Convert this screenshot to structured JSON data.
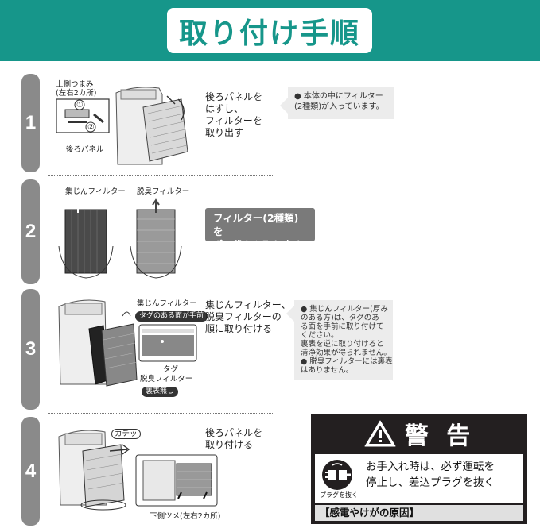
{
  "header": {
    "title": "取り付け手順"
  },
  "steps": [
    {
      "number": "1",
      "instruction": [
        "後ろパネルを",
        "はずし、",
        "フィルターを",
        "取り出す"
      ],
      "labels": {
        "top_knob": "上側つまみ",
        "top_knob_sub": "(左右2カ所)",
        "mark1": "①",
        "mark2": "②",
        "rear_panel": "後ろパネル"
      },
      "note": [
        "● 本体の中にフィルター",
        "  (2種類)が入っています。"
      ]
    },
    {
      "number": "2",
      "labels": {
        "dust_filter": "集じんフィルター",
        "deodor_filter": "脱臭フィルター"
      },
      "button": [
        "フィルター(2種類)を",
        "ポリ袋から取り出す"
      ]
    },
    {
      "number": "3",
      "instruction": [
        "集じんフィルター、",
        "脱臭フィルターの",
        "順に取り付ける"
      ],
      "labels": {
        "dust_filter": "集じんフィルター",
        "tag_front": "タグのある面が手前",
        "tag": "タグ",
        "deodor_filter": "脱臭フィルター",
        "no_sides": "裏表無し"
      },
      "note": [
        "● 集じんフィルター(厚み",
        "  のある方)は、タグのあ",
        "  る面を手前に取り付けて",
        "  ください。",
        "  裏表を逆に取り付けると",
        "  清浄効果が得られません。",
        "● 脱臭フィルターには裏表",
        "  はありません。"
      ]
    },
    {
      "number": "4",
      "instruction": [
        "後ろパネルを",
        "取り付ける"
      ],
      "labels": {
        "click": "カチッ",
        "lower_claw": "下側ツメ(左右2カ所)"
      }
    }
  ],
  "warning": {
    "title": "警 告",
    "line1": "お手入れ時は、必ず運転を",
    "line2": "停止し、差込プラグを抜く",
    "plug_label": "プラグを抜く",
    "footer": "【感電やけがの原因】"
  },
  "colors": {
    "header_bg": "#16968a",
    "step_tab": "#8a8a8a",
    "warning_bg": "#231f20"
  }
}
